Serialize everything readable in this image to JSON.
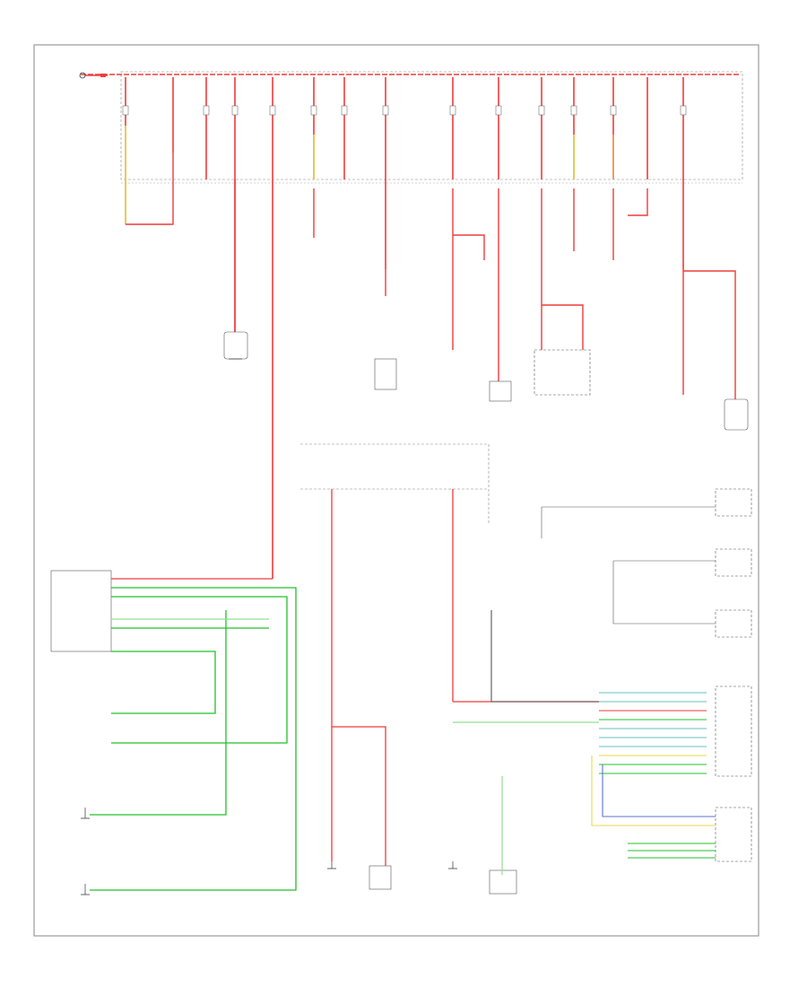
{
  "colors": {
    "power": "#ee3b3b",
    "power_light": "#f28a8a",
    "ground_green": "#22c02a",
    "light_green": "#8fe08f",
    "yellow": "#e8d84a",
    "blue": "#5f6fd0",
    "black_wire": "#222222",
    "dashed_box": "#888888",
    "border": "#9a9a9a"
  },
  "diagram": {
    "page_id": "",
    "labels": [
      {
        "id": "top-left-source",
        "text": ""
      },
      {
        "id": "top-right-box-title",
        "text": ""
      },
      {
        "id": "module-left",
        "text": ""
      },
      {
        "id": "center-box-title",
        "text": ""
      },
      {
        "id": "bottom-left-a",
        "text": ""
      },
      {
        "id": "bottom-left-b",
        "text": ""
      },
      {
        "id": "bottom-center-a",
        "text": ""
      },
      {
        "id": "bottom-center-b",
        "text": ""
      },
      {
        "id": "bottom-right",
        "text": ""
      }
    ]
  },
  "icons": {
    "connector": "connector-icon",
    "ground": "ground-icon",
    "switch": "switch-icon",
    "module_box": "component-box-icon"
  }
}
